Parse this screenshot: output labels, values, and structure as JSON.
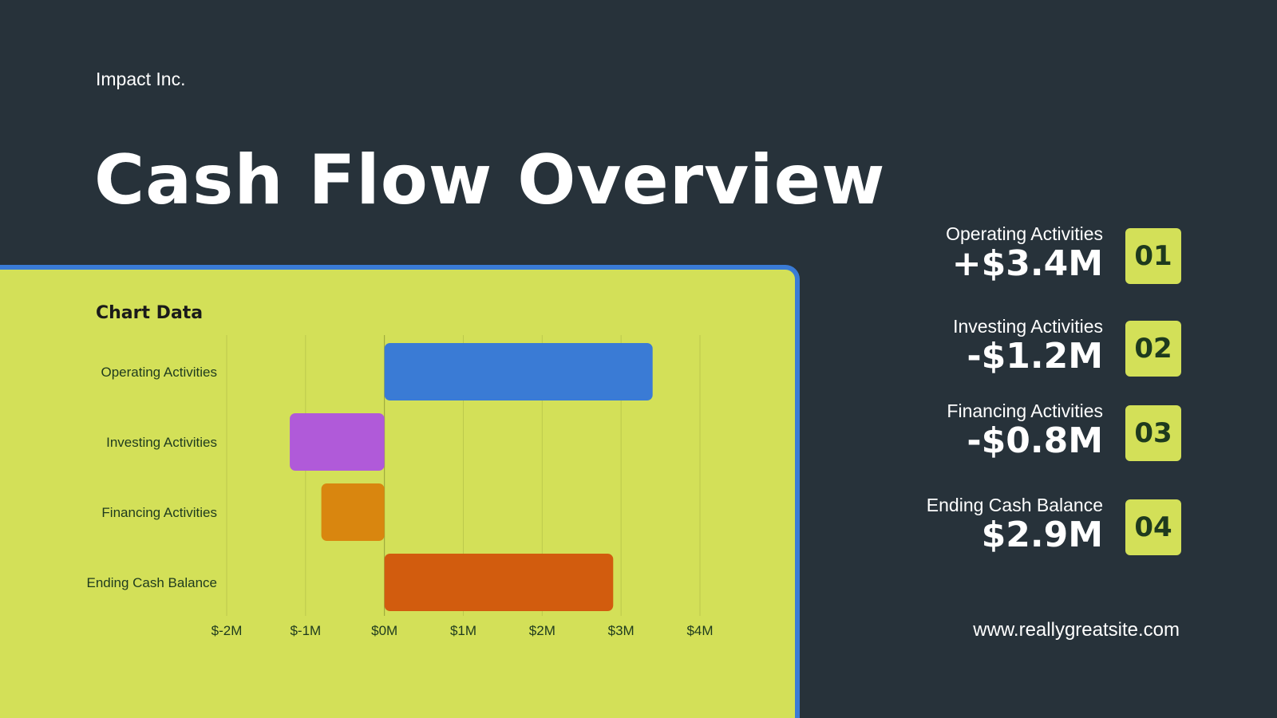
{
  "company": "Impact Inc.",
  "title": "Cash Flow Overview",
  "chart_heading": "Chart Data",
  "chart_data": {
    "type": "bar",
    "orientation": "horizontal",
    "title": "Chart Data",
    "categories": [
      "Operating Activities",
      "Investing Activities",
      "Financing Activities",
      "Ending Cash Balance"
    ],
    "values": [
      3.4,
      -1.2,
      -0.8,
      2.9
    ],
    "unit": "M",
    "colors": [
      "#3a7bd5",
      "#b05ad9",
      "#d9860f",
      "#d25c0e"
    ],
    "xlim": [
      -2,
      4
    ],
    "ticks": [
      -2,
      -1,
      0,
      1,
      2,
      3,
      4
    ],
    "tick_labels": [
      "$-2M",
      "$-1M",
      "$0M",
      "$1M",
      "$2M",
      "$3M",
      "$4M"
    ],
    "grid": true
  },
  "stats": [
    {
      "label": "Operating Activities",
      "value": "+$3.4M",
      "badge": "01"
    },
    {
      "label": "Investing Activities",
      "value": "-$1.2M",
      "badge": "02"
    },
    {
      "label": "Financing Activities",
      "value": "-$0.8M",
      "badge": "03"
    },
    {
      "label": "Ending Cash Balance",
      "value": "$2.9M",
      "badge": "04"
    }
  ],
  "website": "www.reallygreatsite.com",
  "colors": {
    "background": "#27323a",
    "panel": "#d3e058",
    "panel_border": "#3a7bd5"
  }
}
